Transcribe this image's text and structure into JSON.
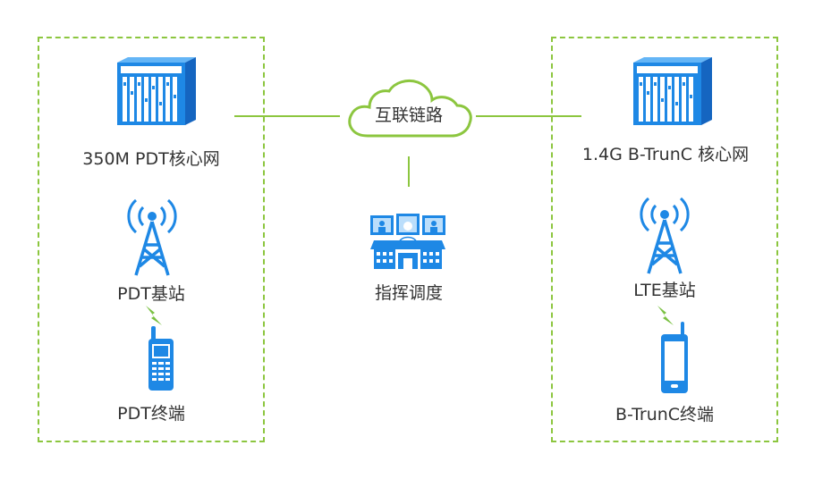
{
  "left": {
    "core_label": "350M PDT核心网",
    "station_label": "PDT基站",
    "terminal_label": "PDT终端"
  },
  "center": {
    "link_label": "互联链路",
    "dispatch_label": "指挥调度"
  },
  "right": {
    "core_label": "1.4G B-TrunC 核心网",
    "station_label": "LTE基站",
    "terminal_label": "B-TrunC终端"
  },
  "colors": {
    "accent_green": "#8cc63f",
    "device_blue": "#1e88e5",
    "lightning_green": "#7ac142"
  }
}
